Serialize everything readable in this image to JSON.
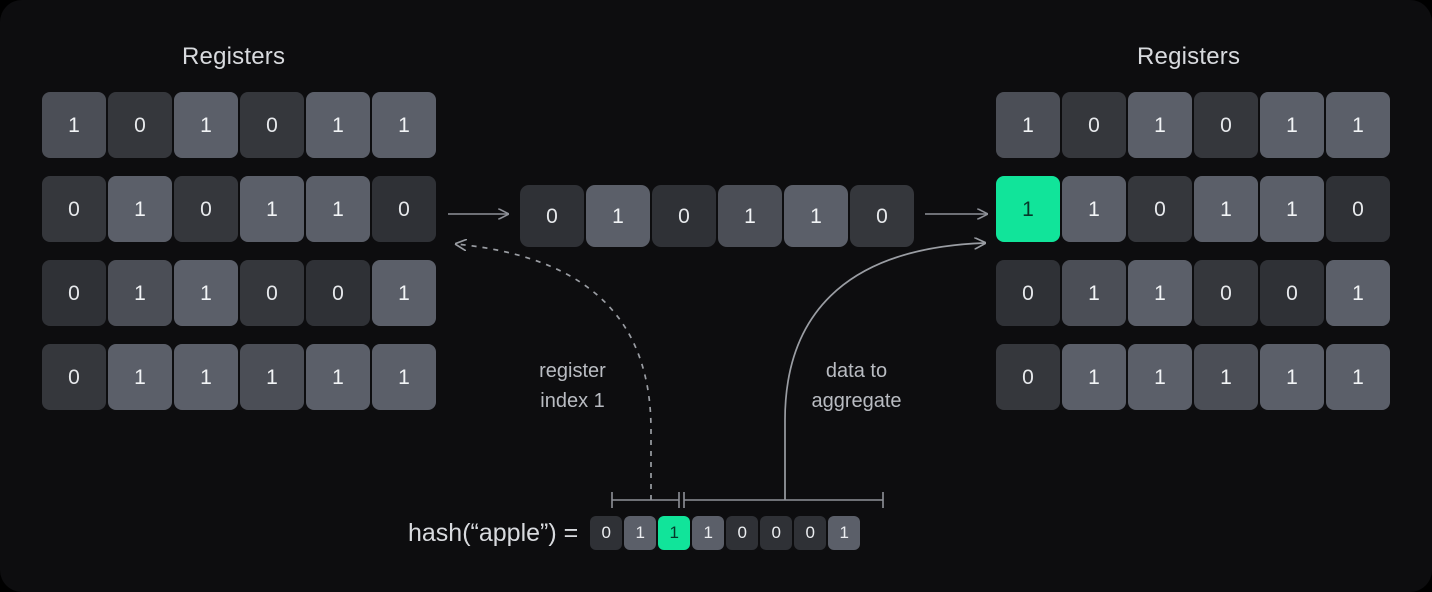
{
  "panels": {
    "left_title": "Registers",
    "right_title": "Registers"
  },
  "colors": {
    "background": "#0d0d0f",
    "cell_zero": "#2f3136",
    "cell_one": "#5b5f69",
    "highlight": "#11e49a",
    "text": "#eceef1",
    "annotation_text": "#b9bcc2",
    "line": "#8e9198"
  },
  "left_registers": {
    "rows": [
      {
        "bits": [
          "1",
          "0",
          "1",
          "0",
          "1",
          "1"
        ]
      },
      {
        "bits": [
          "0",
          "1",
          "0",
          "1",
          "1",
          "0"
        ]
      },
      {
        "bits": [
          "0",
          "1",
          "1",
          "0",
          "0",
          "1"
        ]
      },
      {
        "bits": [
          "0",
          "1",
          "1",
          "1",
          "1",
          "1"
        ]
      }
    ],
    "selected_row_index": 1
  },
  "middle_register": {
    "bits": [
      "0",
      "1",
      "0",
      "1",
      "1",
      "0"
    ]
  },
  "right_registers": {
    "rows": [
      {
        "bits": [
          "1",
          "0",
          "1",
          "0",
          "1",
          "1"
        ]
      },
      {
        "bits": [
          "1",
          "1",
          "0",
          "1",
          "1",
          "0"
        ]
      },
      {
        "bits": [
          "0",
          "1",
          "1",
          "0",
          "0",
          "1"
        ]
      },
      {
        "bits": [
          "0",
          "1",
          "1",
          "1",
          "1",
          "1"
        ]
      }
    ],
    "highlight_row": 1,
    "highlight_col": 0
  },
  "annotations": {
    "register_index": "register\nindex 1",
    "data_to_aggregate": "data to\naggregate"
  },
  "hash": {
    "label": "hash(“apple”) =",
    "bits": [
      "0",
      "1",
      "1",
      "1",
      "0",
      "0",
      "0",
      "1"
    ],
    "highlight_index": 2,
    "index_span": [
      0,
      1
    ],
    "data_span": [
      2,
      7
    ]
  },
  "icons": {
    "arrow_right_in": "arrow-right-icon",
    "arrow_right_out": "arrow-right-icon",
    "dashed_curve": "dashed-curved-arrow-icon",
    "solid_curve": "curved-arrow-icon",
    "bracket_index": "span-bracket-icon",
    "bracket_data": "span-bracket-icon"
  }
}
